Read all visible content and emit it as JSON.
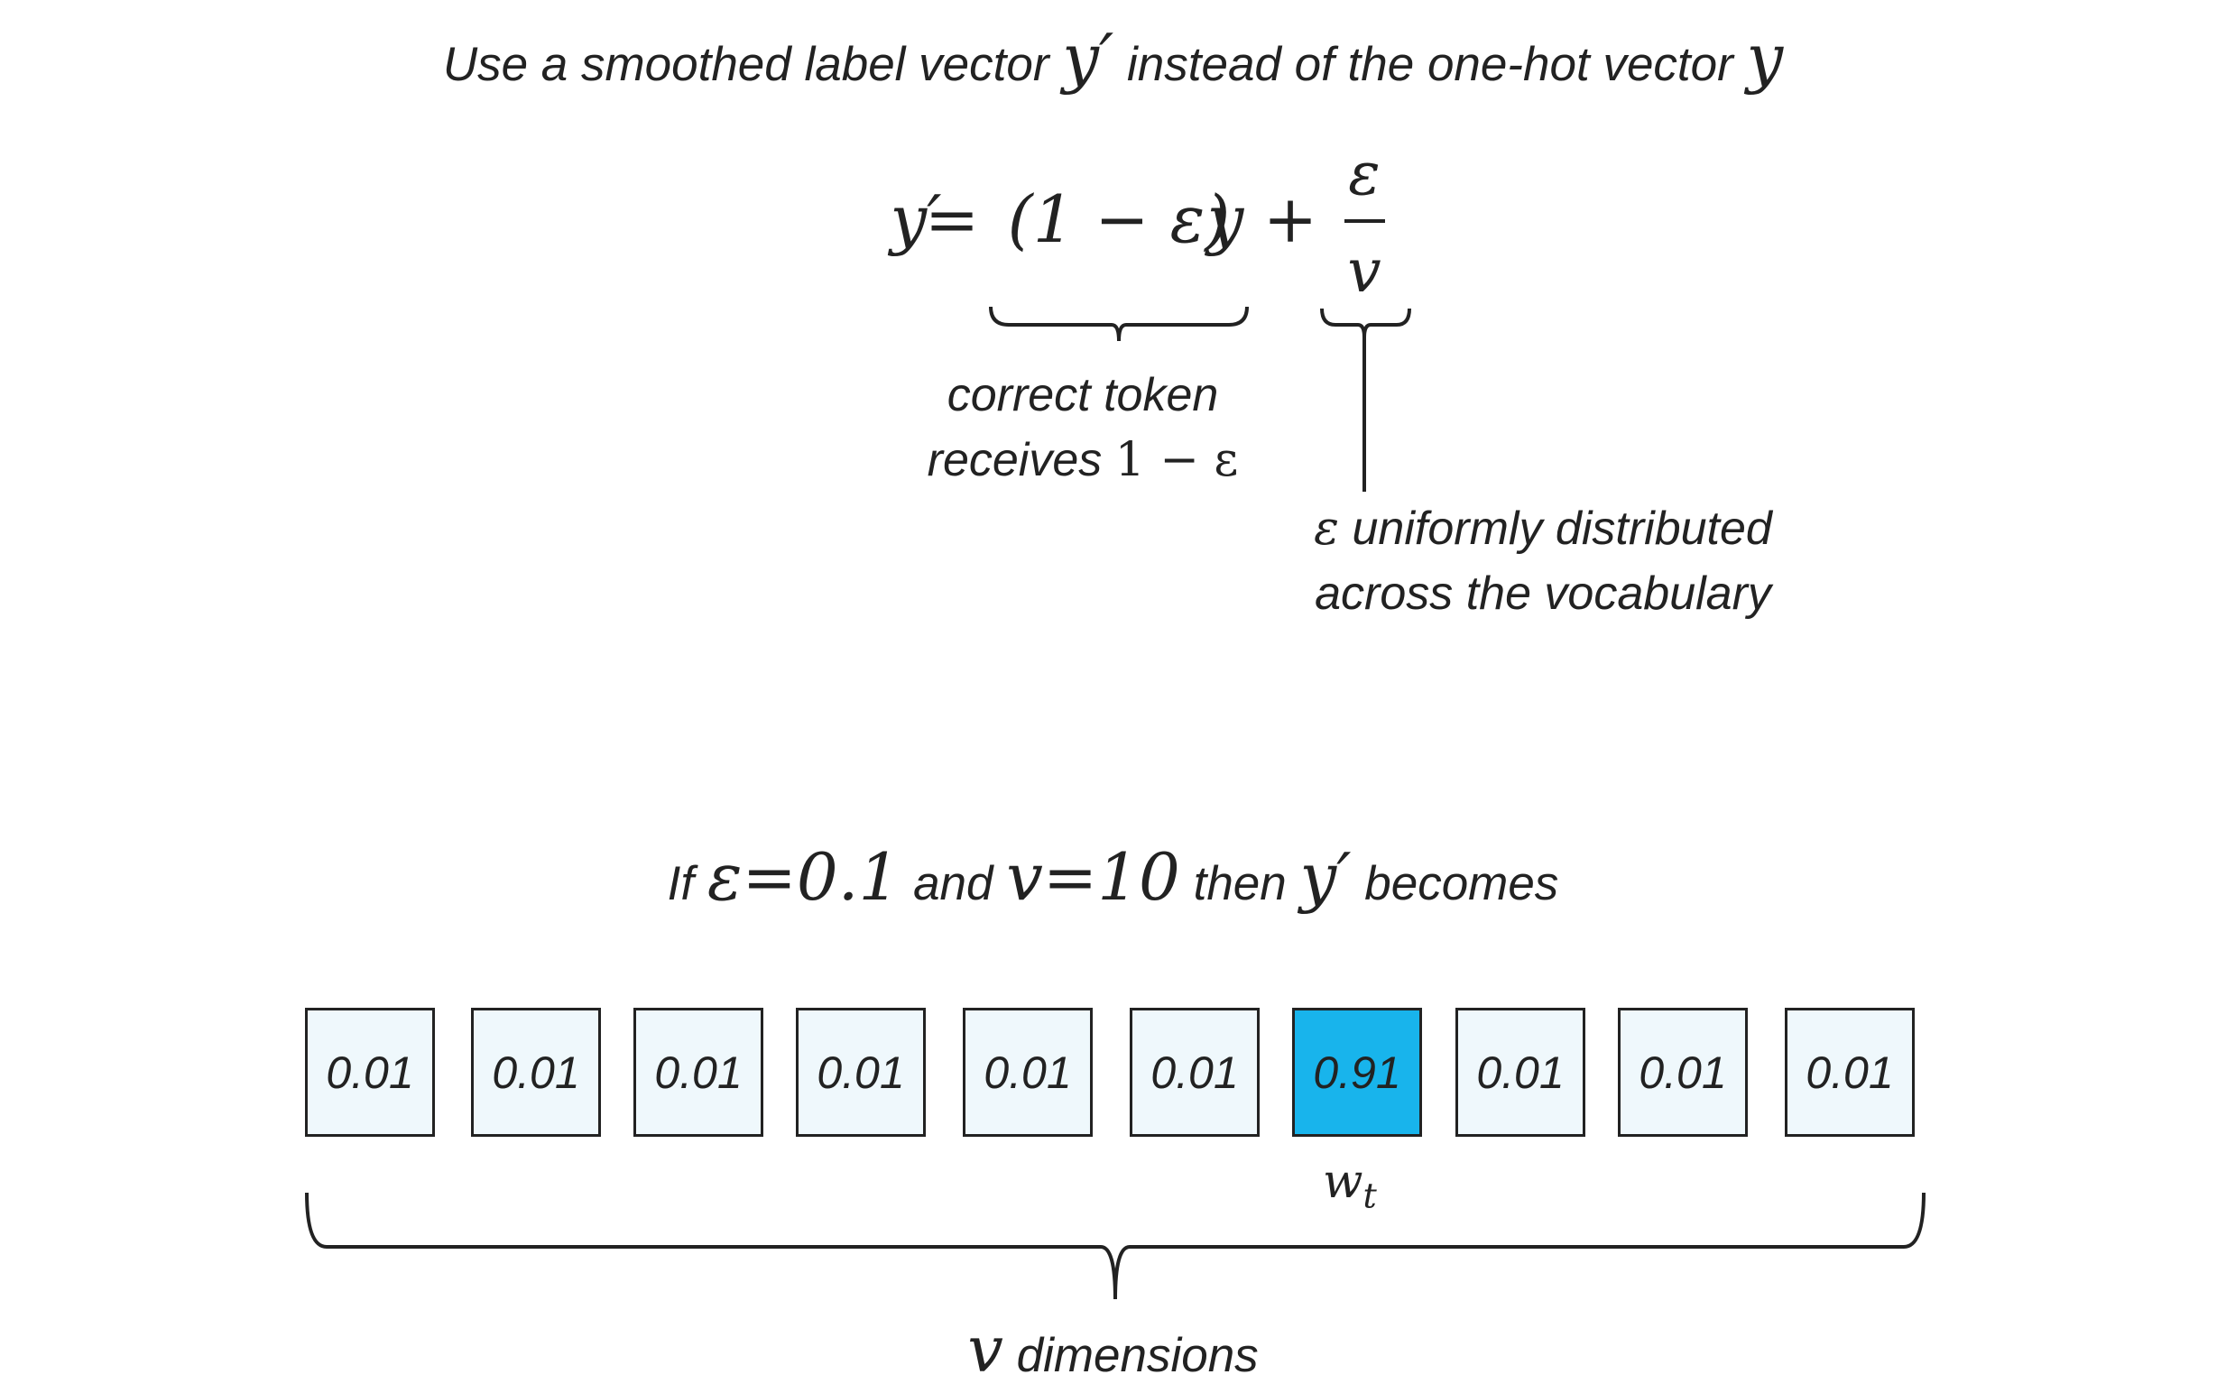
{
  "title": {
    "part1": "Use a smoothed label vector",
    "sym1": "y′",
    "part2": "instead of the one-hot vector",
    "sym2": "y"
  },
  "equation": {
    "lhs": "y′",
    "eq": "=",
    "paren_term": "(1 − ε)",
    "y": "y",
    "plus": "+",
    "numerator": "ε",
    "denominator": "v"
  },
  "annotations": {
    "correct_token_line1": "correct token",
    "correct_token_line2": "receives",
    "correct_token_math": "1 − ε",
    "uniform_math": "ε",
    "uniform_line1": "uniformly distributed",
    "uniform_line2": "across the vocabulary"
  },
  "example": {
    "if": "If",
    "eps_assign": "ε=0.1",
    "and": "and",
    "v_assign": "v=10",
    "then": "then",
    "yprime": "y′",
    "becomes": "becomes"
  },
  "vector": {
    "values": [
      "0.01",
      "0.01",
      "0.01",
      "0.01",
      "0.01",
      "0.01",
      "0.91",
      "0.01",
      "0.01",
      "0.01"
    ],
    "highlight_index": 6,
    "highlight_color": "#18b4ec",
    "cell_color": "#eff8fc"
  },
  "target_label": {
    "w": "w",
    "sub": "t"
  },
  "dimensions": {
    "sym": "v",
    "label": "dimensions"
  }
}
